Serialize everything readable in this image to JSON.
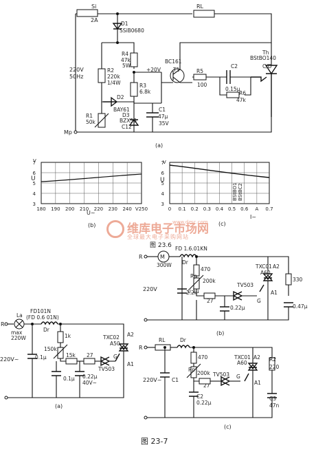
{
  "circuit_a": {
    "fuse": "Si",
    "fuse_value": "2A",
    "load": "RL",
    "d1": "D1",
    "d1_part": "SSiB0680",
    "r4": "R4",
    "r4_val": "47k",
    "r4_pow": "5W",
    "r2": "R2",
    "r2_val": "220k",
    "r2_pow": "1/4W",
    "r3": "R3",
    "r3_val": "6.8k",
    "v20": "+20V",
    "t1": "BC161",
    "t1_ref": "T1",
    "r5": "R5",
    "r5_val": "100",
    "th": "Th",
    "th_part": "BStBO140",
    "th_pins": "C/D",
    "c2": "C2",
    "c2_val": "0.15μ",
    "r6": "R6",
    "r6_val": "47k",
    "d2": "D2",
    "d2_part": "BAY61",
    "d3": "D3",
    "d3_part": "BZX55",
    "d3_sub": "C12",
    "r1": "R1",
    "r1_val": "50k",
    "c1": "C1",
    "c1_val": "47μ",
    "c1_volt": "35V",
    "mains": "220V",
    "freq": "50Hz",
    "mp": "Mp",
    "caption": "(a)"
  },
  "graph_b": {
    "ylabel": "U",
    "yunit": "V",
    "yticks": [
      "7",
      "6",
      "5",
      "4",
      "3"
    ],
    "xticks": [
      "180",
      "190",
      "200",
      "210",
      "220",
      "230",
      "240",
      "V250"
    ],
    "xlabel": "U~",
    "caption": "(b)"
  },
  "graph_c": {
    "ylabel": "U",
    "yunit": "V",
    "yticks": [
      "7",
      "6",
      "5",
      "4",
      "3"
    ],
    "xticks": [
      "0",
      "0.1",
      "0.2",
      "0.3",
      "0.4",
      "0.5",
      "0.6",
      "A",
      "0.7"
    ],
    "xlabel": "I~",
    "annot1": "BStBO1",
    "annot2": "BStBC2",
    "caption": "(c)",
    "fig": "图 23.6"
  },
  "circuit_b2": {
    "r": "R",
    "motor": "M",
    "motor_power": "300W",
    "choke": "FD 1.6.01KN",
    "dr": "Dr",
    "r470": "470",
    "rp": "Rp",
    "rp_val": "200k",
    "tv": "TV503",
    "tx": "TXC01",
    "tx_pin": "A2",
    "tx_model": "A60",
    "r330": "330",
    "mains": "220V",
    "c01": "0.1μ",
    "r22": "2.2k",
    "r27": "27",
    "c022": "0.22μ",
    "g": "G",
    "a1": "A1",
    "c047": "0.47μ",
    "caption": "(b)"
  },
  "circuit_a2": {
    "lamp": "La",
    "max": "max",
    "power": "220W",
    "r": "R",
    "choke1": "FD101N",
    "choke2": "(FD 0.6 01N)",
    "dr": "Dr",
    "mains": "220V~",
    "r1k": "1k",
    "r150": "150k",
    "r15": "15k",
    "r27": "27",
    "tx": "TXC02",
    "tx_model": "A50",
    "a2": "A2",
    "g": "G",
    "a1": "A1",
    "tv": "TV503",
    "c01": "0.1μ",
    "c01b": "0.1μ",
    "c022": "0.22μ",
    "c_volt": "40V~",
    "caption": "(a)"
  },
  "circuit_c3": {
    "rl": "RL",
    "dr": "Dr",
    "r": "R",
    "r470": "470",
    "rp": "Rp",
    "rp_val": "200k",
    "tv": "TV503",
    "g": "G",
    "tx": "TXC01",
    "tx_model": "A60",
    "a2": "A2",
    "a1": "A1",
    "r2": "R2",
    "r2_val": "220",
    "mains": "220V~",
    "c1": "C1",
    "r27": "27",
    "c2": "C2",
    "c2_val": "0.22μ",
    "c3": "C3",
    "c3_val": "47n",
    "caption": "(c)"
  },
  "watermark": {
    "cn": "维库电子市场网",
    "url": "www.dzsc.com",
    "sub": "全球最大电子采购网站"
  },
  "footer": "图 23-7"
}
